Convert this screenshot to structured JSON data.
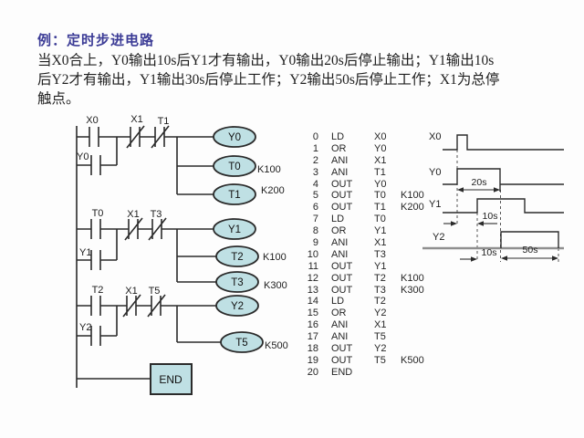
{
  "header": {
    "title": "例：定时步进电路",
    "body_lines": [
      "当X0合上，Y0输出10s后Y1才有输出，Y0输出20s后停止输出；Y1输出10s",
      "后Y2才有输出，Y1输出30s后停止工作；Y2输出50s后停止工作；X1为总停",
      "触点。"
    ]
  },
  "ladder": {
    "rung1": {
      "input_label": "X0",
      "seal_label": "Y0",
      "stop_label": "X1",
      "timer_nc_label": "T1",
      "coil_label": "Y0",
      "timer_a_label": "T0",
      "timer_a_value": "K100",
      "timer_b_label": "T1",
      "timer_b_value": "K200"
    },
    "rung2": {
      "input_label": "T0",
      "seal_label": "Y1",
      "stop_label": "X1",
      "timer_nc_label": "T3",
      "coil_label": "Y1",
      "timer_a_label": "T2",
      "timer_a_value": "K100",
      "timer_b_label": "T3",
      "timer_b_value": "K300"
    },
    "rung3": {
      "input_label": "T2",
      "seal_label": "Y2",
      "stop_label": "X1",
      "timer_nc_label": "T5",
      "coil_label": "Y2",
      "timer_a_label": "T5",
      "timer_a_value": "K500"
    },
    "end_label": "END"
  },
  "instruction_list": {
    "rows": [
      [
        "0",
        "LD",
        "X0",
        ""
      ],
      [
        "1",
        "OR",
        "Y0",
        ""
      ],
      [
        "2",
        "ANI",
        "X1",
        ""
      ],
      [
        "3",
        "ANI",
        "T1",
        ""
      ],
      [
        "4",
        "OUT",
        "Y0",
        ""
      ],
      [
        "5",
        "OUT",
        "T0",
        "K100"
      ],
      [
        "6",
        "OUT",
        "T1",
        "K200"
      ],
      [
        "7",
        "LD",
        "T0",
        ""
      ],
      [
        "8",
        "OR",
        "Y1",
        ""
      ],
      [
        "9",
        "ANI",
        "X1",
        ""
      ],
      [
        "10",
        "ANI",
        "T3",
        ""
      ],
      [
        "11",
        "OUT",
        "Y1",
        ""
      ],
      [
        "12",
        "OUT",
        "T2",
        "K100"
      ],
      [
        "13",
        "OUT",
        "T3",
        "K300"
      ],
      [
        "14",
        "LD",
        "T2",
        ""
      ],
      [
        "15",
        "OR",
        "Y2",
        ""
      ],
      [
        "16",
        "ANI",
        "X1",
        ""
      ],
      [
        "17",
        "ANI",
        "T5",
        ""
      ],
      [
        "18",
        "OUT",
        "Y2",
        ""
      ],
      [
        "19",
        "OUT",
        "T5",
        "K500"
      ],
      [
        "20",
        "END",
        "",
        ""
      ]
    ]
  },
  "timing": {
    "labels": {
      "x0": "X0",
      "y0": "Y0",
      "y1": "Y1",
      "y2": "Y2"
    },
    "annotations": {
      "y0_width": "20s",
      "y1_delay": "10s",
      "y2_delay": "10s",
      "y2_width": "50s"
    }
  },
  "colors": {
    "title_text": "#3c3c96",
    "coil_fill": "#bfe0e4",
    "line": "#2b2b2b",
    "background": "#fdfdfd"
  }
}
